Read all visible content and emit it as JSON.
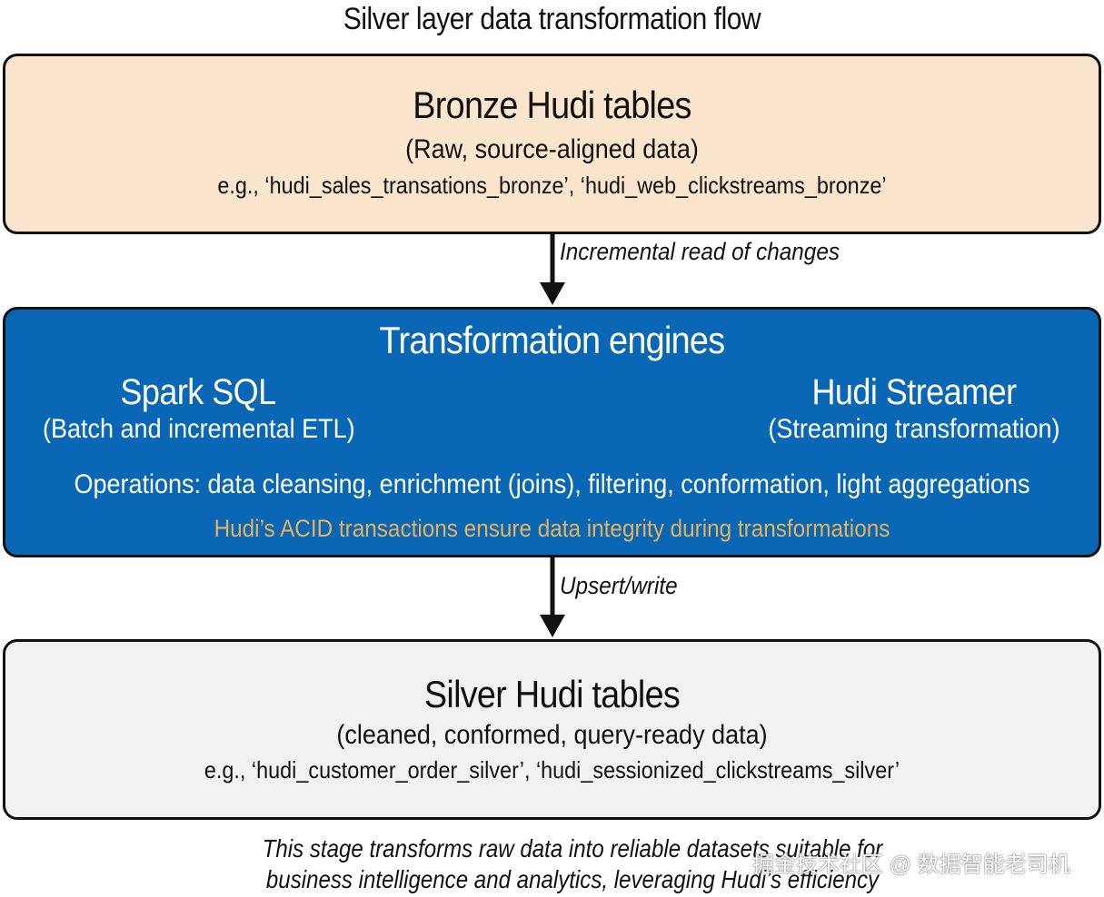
{
  "title": "Silver layer data transformation flow",
  "bronze": {
    "heading": "Bronze Hudi tables",
    "subheading": "(Raw, source-aligned data)",
    "examples": "e.g., ‘hudi_sales_transations_bronze’, ‘hudi_web_clickstreams_bronze’"
  },
  "arrow1_label": "Incremental read of changes",
  "engines": {
    "heading": "Transformation engines",
    "left_name": "Spark SQL",
    "left_desc": "(Batch and incremental ETL)",
    "right_name": "Hudi Streamer",
    "right_desc": "(Streaming transformation)",
    "operations": "Operations: data cleansing, enrichment (joins), filtering, conformation, light aggregations",
    "acid_note": "Hudi’s ACID transactions ensure data integrity during transformations"
  },
  "arrow2_label": "Upsert/write",
  "silver": {
    "heading": "Silver Hudi tables",
    "subheading": "(cleaned, conformed, query-ready data)",
    "examples": "e.g., ‘hudi_customer_order_silver’, ‘hudi_sessionized_clickstreams_silver’"
  },
  "footnote_line1": "This stage transforms raw data into reliable datasets suitable for",
  "footnote_line2": "business intelligence and analytics, leveraging Hudi’s efficiency",
  "watermark": "掘金技术社区 @ 数据智能老司机",
  "colors": {
    "bronze_fill": "#fbe6cd",
    "engines_fill": "#0a67b5",
    "silver_fill": "#f2f2f2",
    "acid_text": "#e8b25a"
  }
}
